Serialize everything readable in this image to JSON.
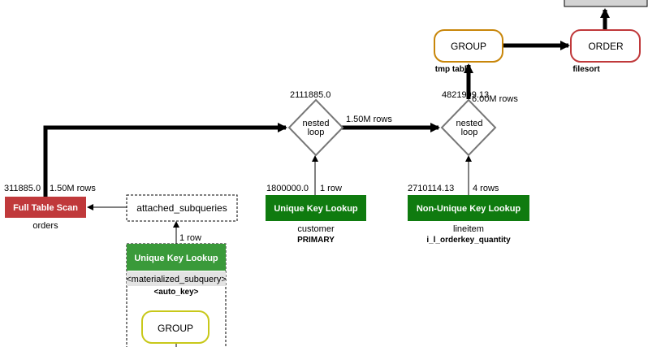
{
  "nodes": {
    "full_table_scan": {
      "label": "Full Table Scan",
      "cost": "311885.0",
      "rows": "1.50M rows",
      "table": "orders",
      "color": "#c0393b"
    },
    "attached_subqueries": {
      "label": "attached_subqueries"
    },
    "ukl_customer": {
      "label": "Unique Key Lookup",
      "cost": "1800000.0",
      "rows": "1 row",
      "table": "customer",
      "key": "PRIMARY",
      "color": "#0f7b0f"
    },
    "nukl_lineitem": {
      "label": "Non-Unique Key Lookup",
      "cost": "2710114.13",
      "rows": "4 rows",
      "table": "lineitem",
      "key": "i_l_orderkey_quantity",
      "color": "#0f7b0f"
    },
    "nested_loop_1": {
      "line1": "nested",
      "line2": "loop",
      "cost": "2111885.0",
      "rows": "1.50M rows"
    },
    "nested_loop_2": {
      "line1": "nested",
      "line2": "loop",
      "cost": "4821999.13",
      "rows": "6.00M rows"
    },
    "group_top": {
      "label": "GROUP",
      "sub": "tmp table",
      "color": "#c8860a"
    },
    "order_top": {
      "label": "ORDER",
      "sub": "filesort",
      "color": "#c0393b"
    },
    "ukl_subquery": {
      "label": "Unique Key Lookup",
      "rows": "1 row",
      "table": "<materialized_subquery>",
      "key": "<auto_key>",
      "color": "#3a9a3a"
    },
    "group_sub": {
      "label": "GROUP",
      "color": "#c8c81a"
    }
  }
}
